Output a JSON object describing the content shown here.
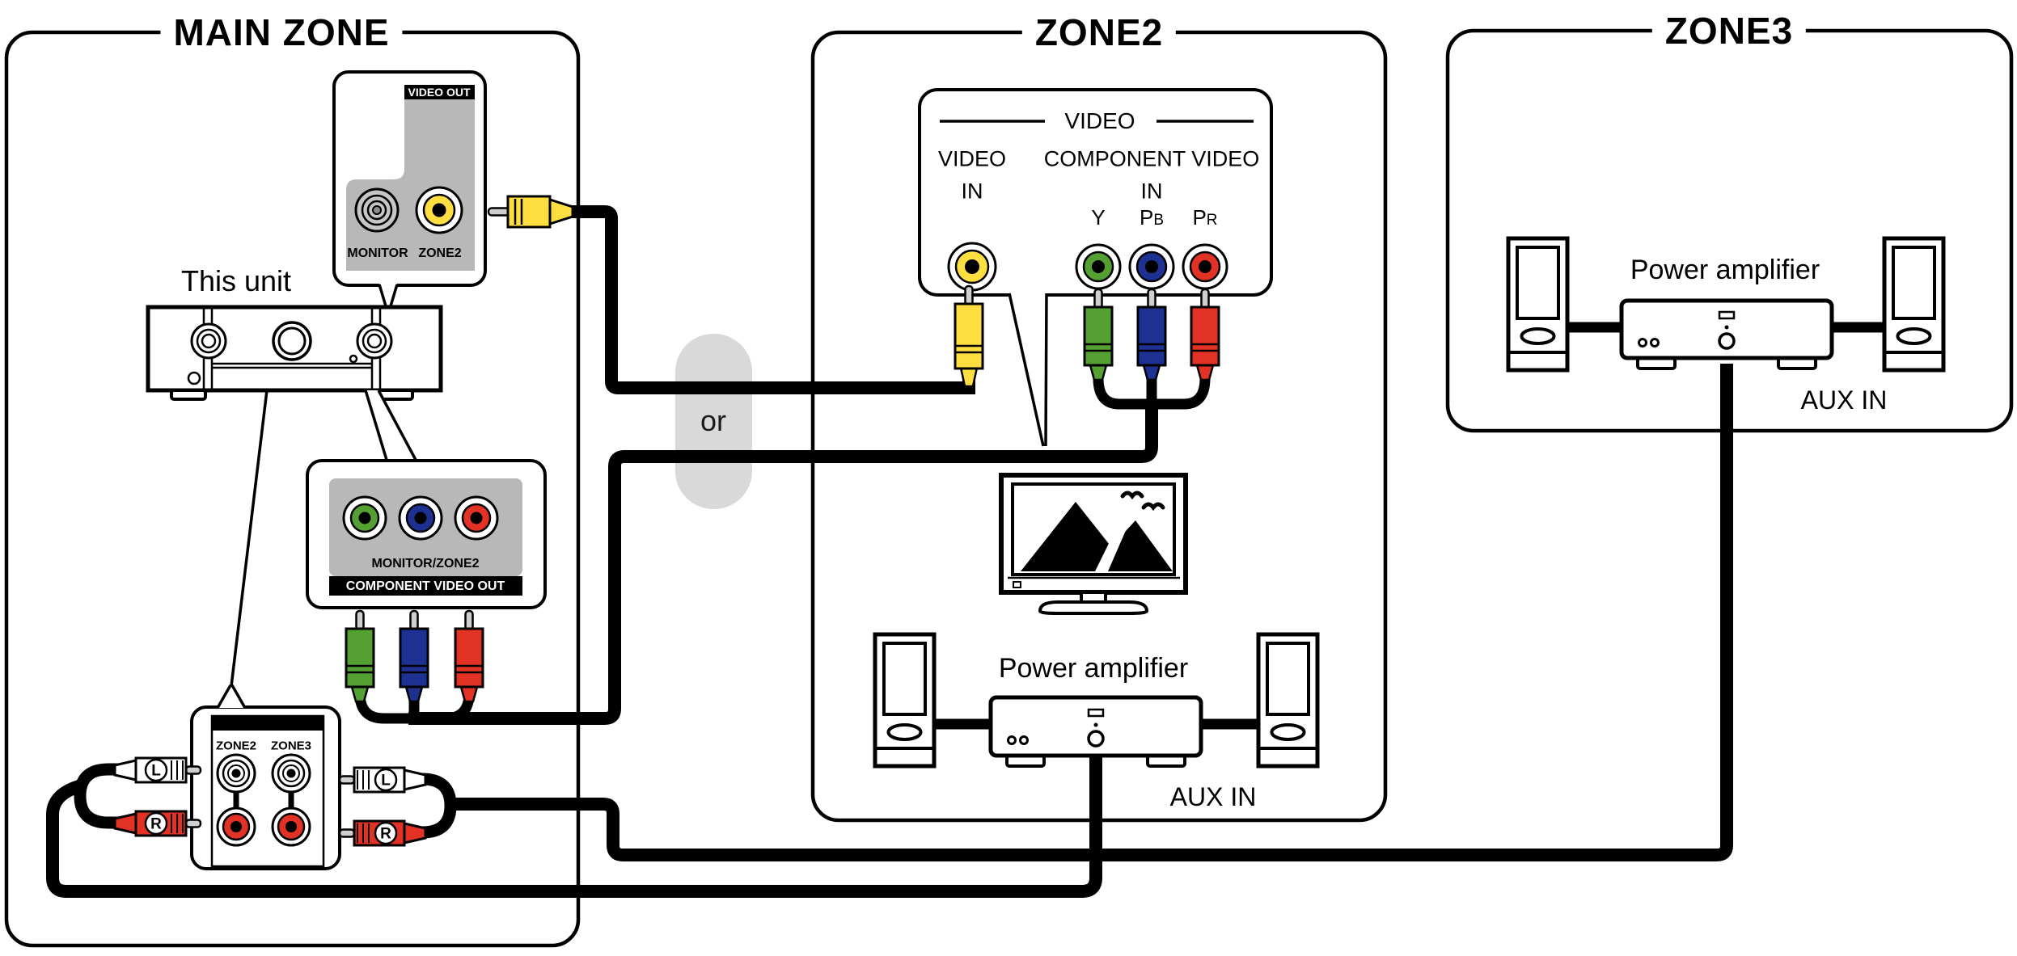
{
  "colors": {
    "yellow": "#ffdf40",
    "green": "#55a033",
    "blue": "#1c3192",
    "red": "#e23226",
    "panel_gray": "#b8b8b8",
    "pill_gray": "#d9d9d9",
    "line_black": "#000000"
  },
  "or_label": "or",
  "main_zone": {
    "title": "MAIN ZONE",
    "this_unit_label": "This unit",
    "video_out_panel": {
      "chip": "VIDEO OUT",
      "monitor_jack_label": "MONITOR",
      "zone2_jack_label": "ZONE2"
    },
    "component_panel": {
      "line1": "MONITOR/ZONE2",
      "chip": "COMPONENT VIDEO OUT"
    },
    "audio_panel": {
      "col1": "ZONE2",
      "col2": "ZONE3"
    },
    "left_plugs": {
      "l": "L",
      "r": "R"
    },
    "right_plugs": {
      "l": "L",
      "r": "R"
    }
  },
  "zone2": {
    "title": "ZONE2",
    "video_panel": {
      "header": "VIDEO",
      "video_in_line1": "VIDEO",
      "video_in_line2": "IN",
      "component_line1": "COMPONENT VIDEO",
      "component_line2": "IN",
      "y_label": "Y",
      "pb_main": "P",
      "pb_sub": "B",
      "pr_main": "P",
      "pr_sub": "R"
    },
    "power_amplifier_label": "Power amplifier",
    "aux_in_label": "AUX IN"
  },
  "zone3": {
    "title": "ZONE3",
    "power_amplifier_label": "Power amplifier",
    "aux_in_label": "AUX IN"
  }
}
